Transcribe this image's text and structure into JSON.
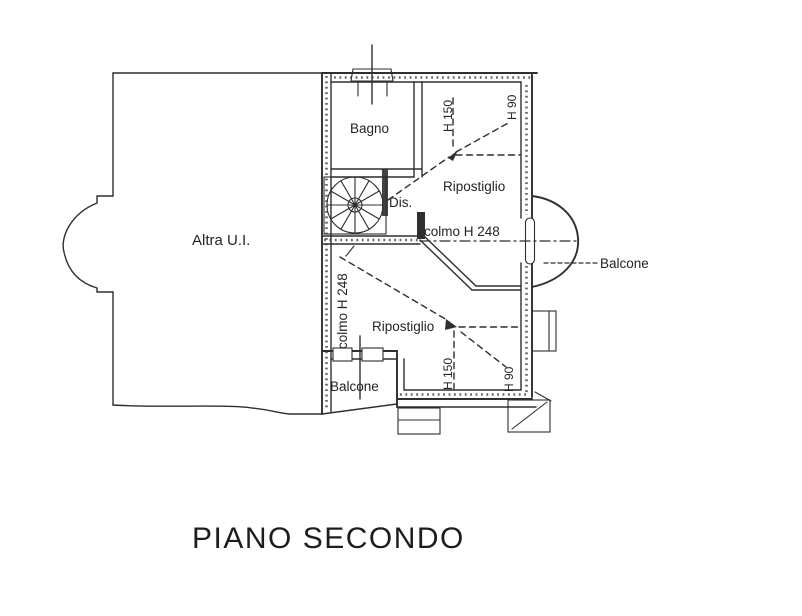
{
  "page": {
    "title": "PIANO SECONDO"
  },
  "plan": {
    "rooms": {
      "altra_ui": {
        "label": "Altra U.I."
      },
      "bagno": {
        "label": "Bagno"
      },
      "disimpegno": {
        "label": "Dis."
      },
      "ripostiglio_top": {
        "label": "Ripostiglio"
      },
      "ripostiglio_bottom": {
        "label": "Ripostiglio"
      },
      "balcone_bottom": {
        "label": "Balcone"
      },
      "balcone_right": {
        "label": "Balcone"
      }
    },
    "annotations": {
      "colmo_horizontal": "colmo H 248",
      "colmo_vertical": "colmo H 248",
      "h150_top": "H 150",
      "h90_top": "H 90",
      "h150_bottom": "H 150",
      "h90_bottom": "H 90"
    },
    "colors": {
      "ink": "#2f2f2f",
      "paper": "#ffffff"
    }
  }
}
